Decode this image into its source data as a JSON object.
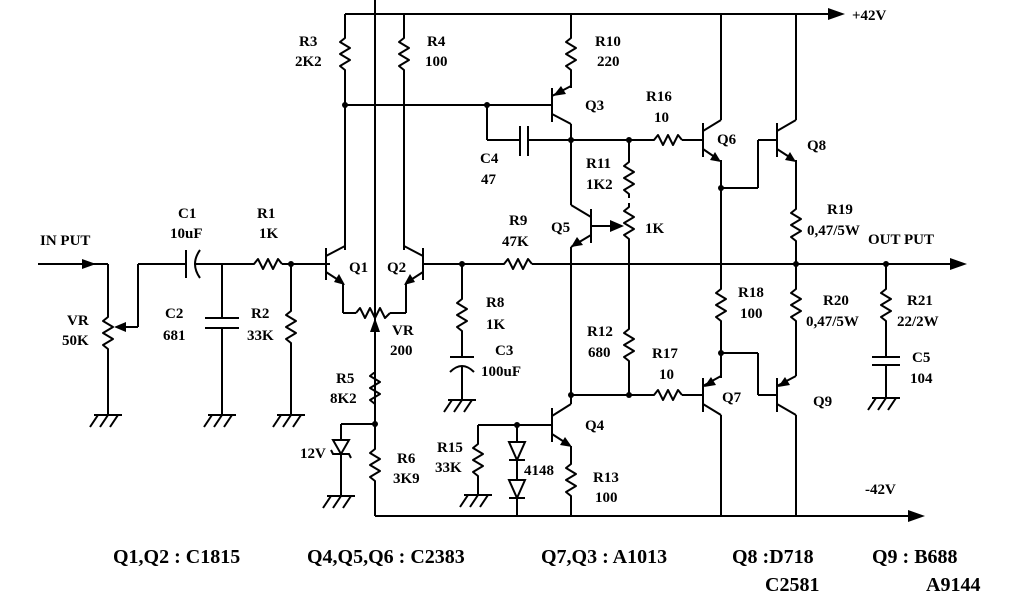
{
  "rails": {
    "positive": "+42V",
    "negative": "-42V"
  },
  "ports": {
    "input": "IN PUT",
    "output": "OUT PUT"
  },
  "components": {
    "vr_in": {
      "name": "VR",
      "value": "50K"
    },
    "c1": {
      "name": "C1",
      "value": "10uF"
    },
    "r1": {
      "name": "R1",
      "value": "1K"
    },
    "c2": {
      "name": "C2",
      "value": "681"
    },
    "r2": {
      "name": "R2",
      "value": "33K"
    },
    "r3": {
      "name": "R3",
      "value": "2K2"
    },
    "r4": {
      "name": "R4",
      "value": "100"
    },
    "q1": {
      "name": "Q1"
    },
    "q2": {
      "name": "Q2"
    },
    "vr_bal": {
      "name": "VR",
      "value": "200"
    },
    "r5": {
      "name": "R5",
      "value": "8K2"
    },
    "r6": {
      "name": "R6",
      "value": "3K9"
    },
    "zener": {
      "value": "12V"
    },
    "r8": {
      "name": "R8",
      "value": "1K"
    },
    "c3": {
      "name": "C3",
      "value": "100uF"
    },
    "r9": {
      "name": "R9",
      "value": "47K"
    },
    "c4": {
      "name": "C4",
      "value": "47"
    },
    "r10": {
      "name": "R10",
      "value": "220"
    },
    "q3": {
      "name": "Q3"
    },
    "r11": {
      "name": "R11",
      "value": "1K2"
    },
    "vr_bias": {
      "value": "1K"
    },
    "q5": {
      "name": "Q5"
    },
    "r12": {
      "name": "R12",
      "value": "680"
    },
    "q4": {
      "name": "Q4"
    },
    "r13": {
      "name": "R13",
      "value": "100"
    },
    "r15": {
      "name": "R15",
      "value": "33K"
    },
    "diodes": {
      "value": "4148"
    },
    "r16": {
      "name": "R16",
      "value": "10"
    },
    "r17": {
      "name": "R17",
      "value": "10"
    },
    "q6": {
      "name": "Q6"
    },
    "q7": {
      "name": "Q7"
    },
    "r18": {
      "name": "R18",
      "value": "100"
    },
    "q8": {
      "name": "Q8"
    },
    "q9": {
      "name": "Q9"
    },
    "r19": {
      "name": "R19",
      "value": "0,47/5W"
    },
    "r20": {
      "name": "R20",
      "value": "0,47/5W"
    },
    "r21": {
      "name": "R21",
      "value": "22/2W"
    },
    "c5": {
      "name": "C5",
      "value": "104"
    }
  },
  "legend": [
    {
      "line1": "Q1,Q2 : C1815"
    },
    {
      "line1": "Q4,Q5,Q6 : C2383"
    },
    {
      "line1": "Q7,Q3 : A1013"
    },
    {
      "line1": "Q8 :D718",
      "line2": "C2581"
    },
    {
      "line1": "Q9 : B688",
      "line2": "A9144"
    }
  ]
}
